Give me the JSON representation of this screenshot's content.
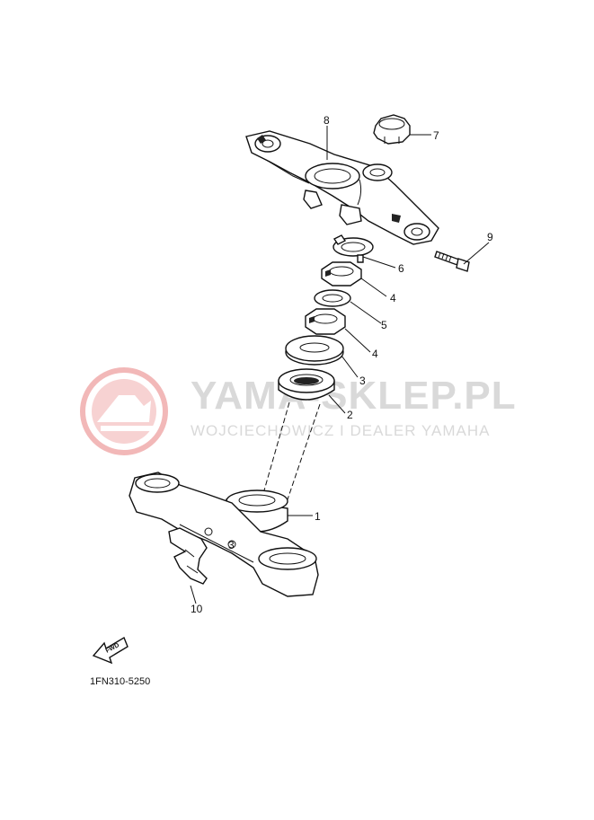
{
  "watermark": {
    "title": "YAMA-SKLEP.PL",
    "subtitle": "WOJCIECHOWICZ I DEALER YAMAHA",
    "logo_color": "#f2b8b8",
    "text_color": "#d9d9d9"
  },
  "diagram_code": "1FN310-5250",
  "direction_arrow": "FWD",
  "callouts": [
    {
      "id": "callout-8",
      "label": "8"
    },
    {
      "id": "callout-7",
      "label": "7"
    },
    {
      "id": "callout-9",
      "label": "9"
    },
    {
      "id": "callout-6",
      "label": "6"
    },
    {
      "id": "callout-4a",
      "label": "4"
    },
    {
      "id": "callout-5",
      "label": "5"
    },
    {
      "id": "callout-4b",
      "label": "4"
    },
    {
      "id": "callout-3a",
      "label": "3"
    },
    {
      "id": "callout-2",
      "label": "2"
    },
    {
      "id": "callout-1",
      "label": "1"
    },
    {
      "id": "callout-3b",
      "label": "3"
    },
    {
      "id": "callout-10",
      "label": "10"
    }
  ]
}
